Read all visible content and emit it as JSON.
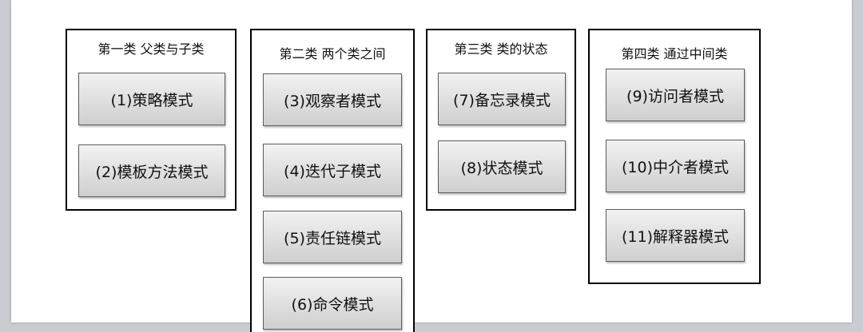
{
  "diagram": {
    "groups": [
      {
        "title": "第一类 父类与子类",
        "items": [
          "(1)策略模式",
          "(2)模板方法模式"
        ]
      },
      {
        "title": "第二类 两个类之间",
        "items": [
          "(3)观察者模式",
          "(4)迭代子模式",
          "(5)责任链模式",
          "(6)命令模式"
        ]
      },
      {
        "title": "第三类 类的状态",
        "items": [
          "(7)备忘录模式",
          "(8)状态模式"
        ]
      },
      {
        "title": "第四类 通过中间类",
        "items": [
          "(9)访问者模式",
          "(10)中介者模式",
          "(11)解释器模式"
        ]
      }
    ]
  }
}
